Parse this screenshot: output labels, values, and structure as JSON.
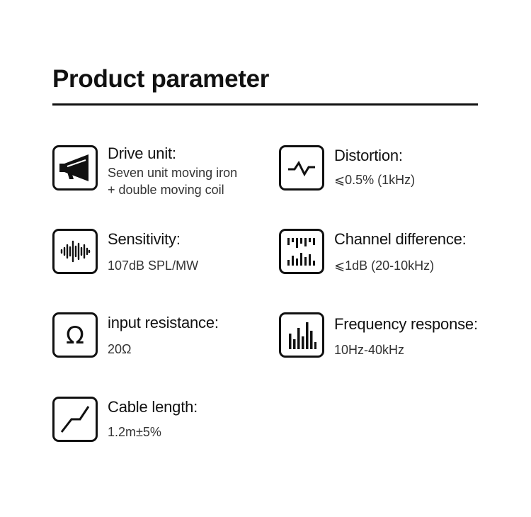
{
  "title": "Product parameter",
  "colors": {
    "ink": "#111111",
    "text": "#333333",
    "background": "#ffffff"
  },
  "parameters": [
    {
      "icon": "megaphone-icon",
      "label": "Drive unit:",
      "value_lines": [
        "Seven unit moving iron",
        "+ double moving coil"
      ]
    },
    {
      "icon": "waveform-icon",
      "label": "Distortion:",
      "value_lines": [
        "⩽0.5% (1kHz)"
      ]
    },
    {
      "icon": "sound-wave-icon",
      "label": "Sensitivity:",
      "value_lines": [
        "107dB SPL/MW"
      ]
    },
    {
      "icon": "equalizer-icon",
      "label": "Channel difference:",
      "value_lines": [
        "⩽1dB (20-10kHz)"
      ]
    },
    {
      "icon": "ohm-icon",
      "label": "input resistance:",
      "value_lines": [
        "20Ω"
      ]
    },
    {
      "icon": "bar-spectrum-icon",
      "label": "Frequency response:",
      "value_lines": [
        "10Hz-40kHz"
      ]
    },
    {
      "icon": "cable-curve-icon",
      "label": "Cable length:",
      "value_lines": [
        "1.2m±5%"
      ]
    }
  ]
}
